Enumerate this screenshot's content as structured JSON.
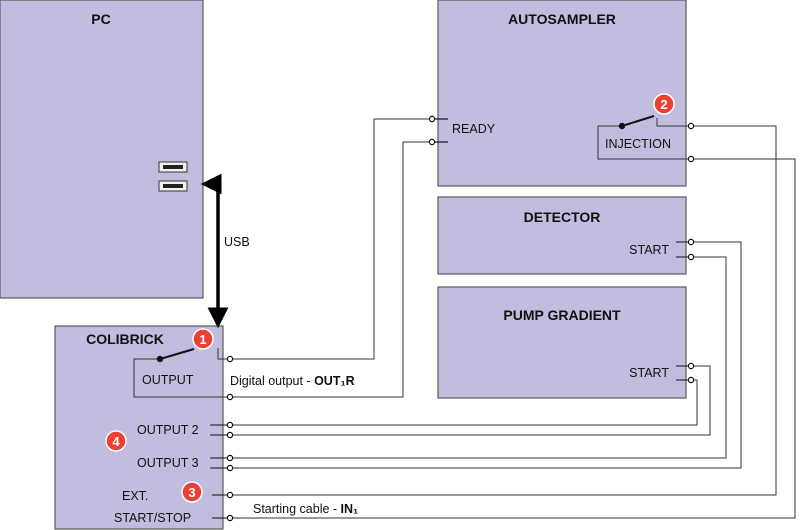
{
  "blocks": {
    "pc": "PC",
    "autosampler": "AUTOSAMPLER",
    "detector": "DETECTOR",
    "pump": "PUMP GRADIENT",
    "colibrick": "COLIBRICK"
  },
  "labels": {
    "usb": "USB",
    "ready": "READY",
    "injection": "INJECTION",
    "detector_start": "START",
    "pump_start": "START",
    "output": "OUTPUT",
    "output2": "OUTPUT 2",
    "output3": "OUTPUT 3",
    "ext": "EXT.",
    "start_stop": "START/STOP",
    "digital_output": "Digital output - ",
    "digital_output_ref": "OUT₁R",
    "starting_cable": "Starting cable - ",
    "starting_cable_ref": "IN₁"
  },
  "badges": [
    "1",
    "2",
    "3",
    "4"
  ],
  "colors": {
    "block_fill": "#c2bcdf",
    "badge": "#ea4133"
  }
}
